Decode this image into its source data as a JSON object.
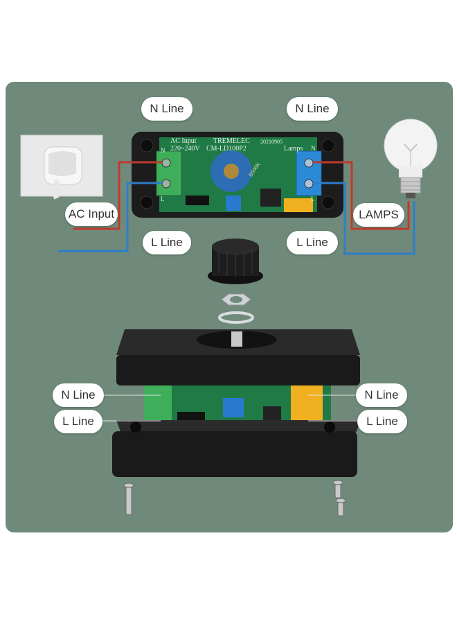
{
  "labels": {
    "top_left_n": "N Line",
    "top_right_n": "N Line",
    "ac_input": "AC Input",
    "lamps": "LAMPS",
    "top_left_l": "L Line",
    "top_right_l": "L Line",
    "bottom_left_n": "N Line",
    "bottom_left_l": "L Line",
    "bottom_right_n": "N Line",
    "bottom_right_l": "L Line"
  },
  "pcb": {
    "ac_input": "AC Input",
    "voltage": "220~240V",
    "brand": "TREMELEC",
    "model": "CM-LD100P2",
    "date": "20210905",
    "lamps": "Lamps",
    "n": "N",
    "l": "L",
    "pot_value": "B500K"
  },
  "colors": {
    "panel": "#6f8a7a",
    "wire_live": "#c0392b",
    "wire_neutral": "#2e7ec9",
    "enclosure": "#1c1c1c",
    "pcb": "#1f7a45",
    "terminal_left": "#3fae5a",
    "terminal_right": "#2a8ad8",
    "relay": "#f0b020"
  }
}
